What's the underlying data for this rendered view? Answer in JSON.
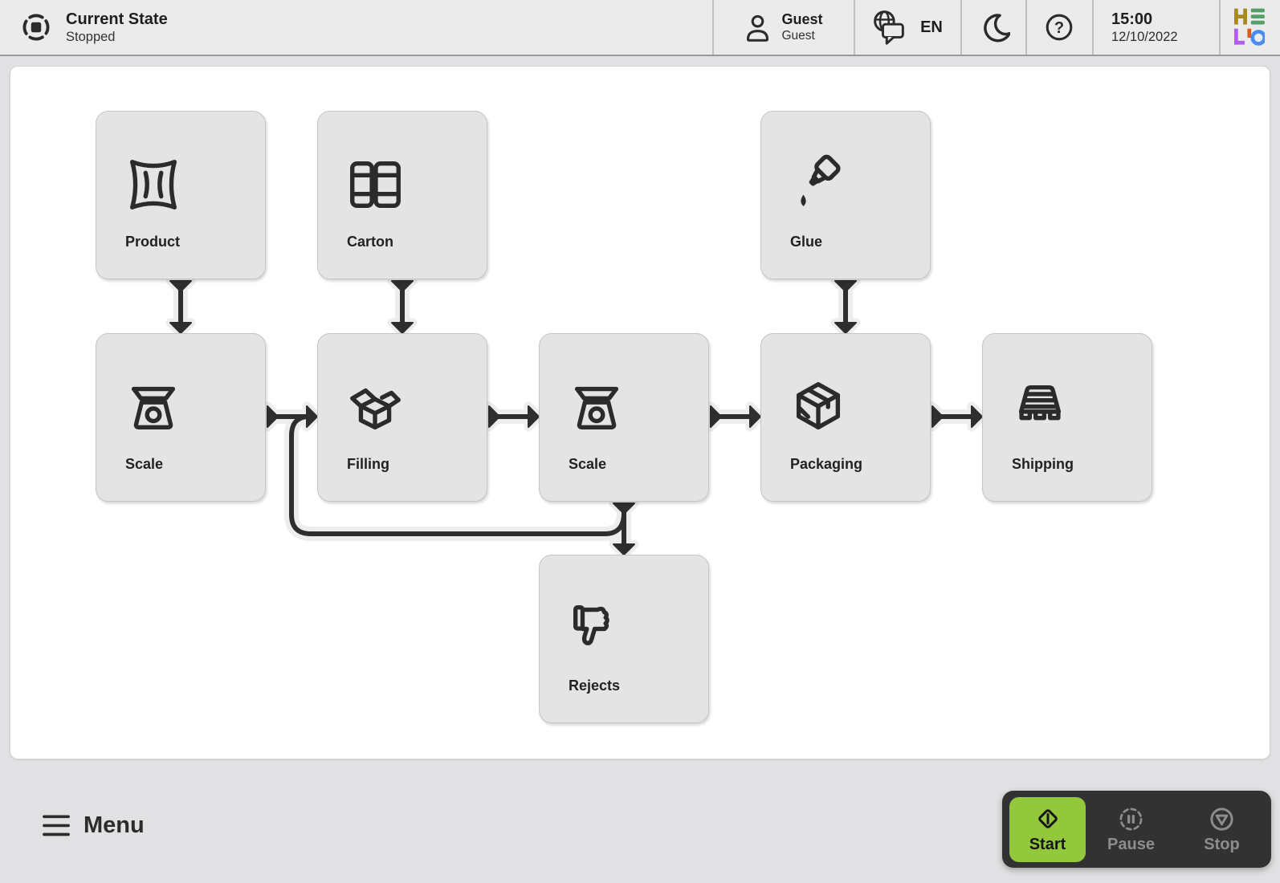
{
  "header": {
    "state": {
      "title": "Current State",
      "value": "Stopped"
    },
    "user": {
      "name": "Guest",
      "role": "Guest"
    },
    "language": "EN",
    "clock": {
      "time": "15:00",
      "date": "12/10/2022"
    },
    "logo": {
      "text": "HELIO",
      "letters": [
        {
          "char": "H",
          "color": "#a8891d"
        },
        {
          "char": "E",
          "color": "#53a169"
        },
        {
          "char": "L",
          "color": "#b45cf0"
        },
        {
          "char": "I",
          "color": "#e2591c"
        },
        {
          "char": "O",
          "color": "#4a8cf2"
        }
      ]
    }
  },
  "diagram": {
    "nodes": [
      {
        "id": "product",
        "label": "Product",
        "icon": "bag-icon"
      },
      {
        "id": "carton",
        "label": "Carton",
        "icon": "carton-blank-icon"
      },
      {
        "id": "glue",
        "label": "Glue",
        "icon": "glue-bottle-icon"
      },
      {
        "id": "scale-infeed",
        "label": "Scale",
        "icon": "scale-icon"
      },
      {
        "id": "filling",
        "label": "Filling",
        "icon": "open-box-icon"
      },
      {
        "id": "scale-check",
        "label": "Scale",
        "icon": "scale-icon"
      },
      {
        "id": "packaging",
        "label": "Packaging",
        "icon": "parcel-icon"
      },
      {
        "id": "shipping",
        "label": "Shipping",
        "icon": "pallet-icon"
      },
      {
        "id": "rejects",
        "label": "Rejects",
        "icon": "thumbs-down-icon"
      }
    ],
    "edges": [
      {
        "from": "product",
        "to": "scale-infeed"
      },
      {
        "from": "carton",
        "to": "filling"
      },
      {
        "from": "glue",
        "to": "packaging"
      },
      {
        "from": "scale-infeed",
        "to": "filling"
      },
      {
        "from": "filling",
        "to": "scale-check"
      },
      {
        "from": "scale-check",
        "to": "packaging"
      },
      {
        "from": "packaging",
        "to": "shipping"
      },
      {
        "from": "scale-check",
        "to": "rejects"
      },
      {
        "from": "scale-check",
        "to": "filling",
        "note": "reject return loop"
      }
    ]
  },
  "footer": {
    "menu_label": "Menu",
    "controls": [
      {
        "label": "Start",
        "state": "enabled",
        "color": "#93c83d"
      },
      {
        "label": "Pause",
        "state": "disabled"
      },
      {
        "label": "Stop",
        "state": "disabled"
      }
    ]
  },
  "colors": {
    "accent_green": "#93c83d",
    "control_panel_dark": "#323232",
    "node_fill": "#e4e4e5",
    "connector_line": "#2e2e2e",
    "disabled_gray": "#8d8d8d"
  }
}
